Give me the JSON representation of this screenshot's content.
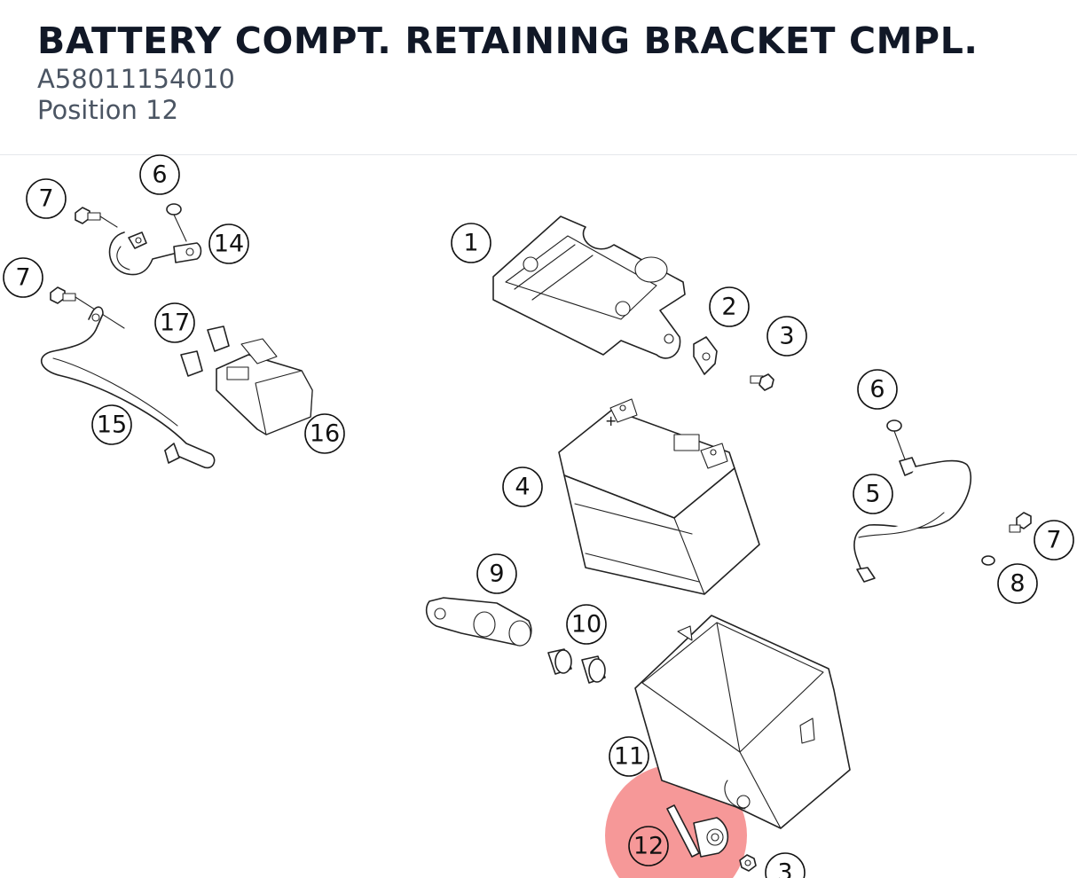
{
  "header": {
    "title": "BATTERY COMPT. RETAINING BRACKET CMPL.",
    "part_number": "A58011154010",
    "position": "Position 12"
  },
  "highlight": {
    "color": "#ef4444",
    "selected_callout": "12"
  },
  "callouts": {
    "c7a": "7",
    "c6a": "6",
    "c14": "14",
    "c7b": "7",
    "c17": "17",
    "c15": "15",
    "c16": "16",
    "c1": "1",
    "c2": "2",
    "c3a": "3",
    "c6b": "6",
    "c4": "4",
    "c5": "5",
    "c7c": "7",
    "c8": "8",
    "c9": "9",
    "c10": "10",
    "c11": "11",
    "c12": "12",
    "c3b": "3",
    "plus_sign": "+"
  }
}
